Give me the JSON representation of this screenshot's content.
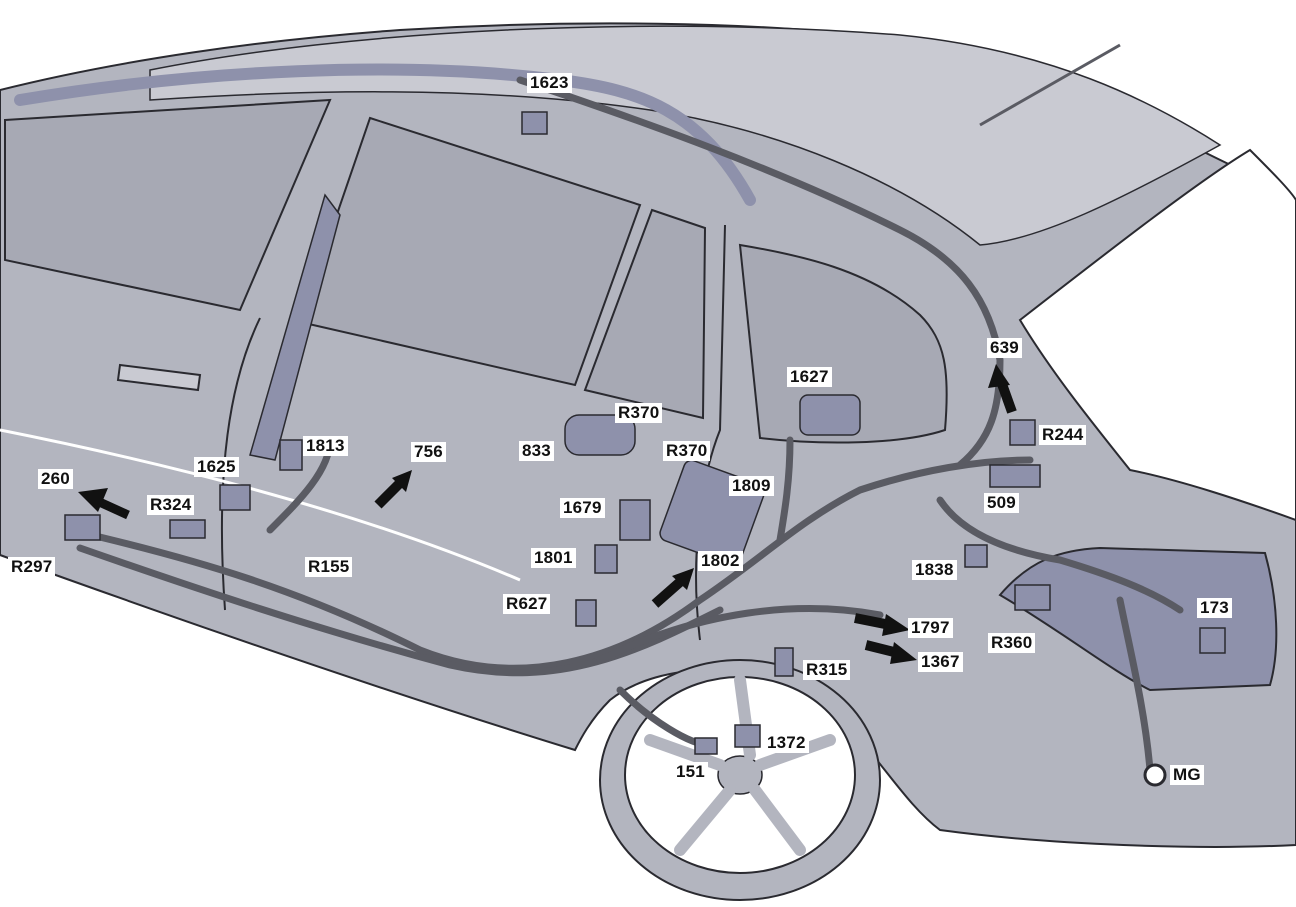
{
  "colors": {
    "body_fill": "#b3b5bf",
    "body_light": "#c9cad2",
    "glass": "#a7a9b4",
    "outline": "#2a2a30",
    "harness": "#5a5b63",
    "arrow": "#111111",
    "panel": "#8e91ab"
  },
  "labels": {
    "l1623": "1623",
    "l639": "639",
    "l1627": "1627",
    "lR370a": "R370",
    "lR370b": "R370",
    "l833": "833",
    "l1813": "1813",
    "l756": "756",
    "l1625": "1625",
    "l260": "260",
    "lR324": "R324",
    "lR244": "R244",
    "l1809": "1809",
    "l509": "509",
    "l1679": "1679",
    "lR155": "R155",
    "lR297": "R297",
    "l1801": "1801",
    "l1802": "1802",
    "l1838": "1838",
    "lR627": "R627",
    "l173": "173",
    "l1797": "1797",
    "lR360": "R360",
    "l1367": "1367",
    "lR315": "R315",
    "l1372": "1372",
    "l151": "151",
    "lMG": "MG"
  }
}
